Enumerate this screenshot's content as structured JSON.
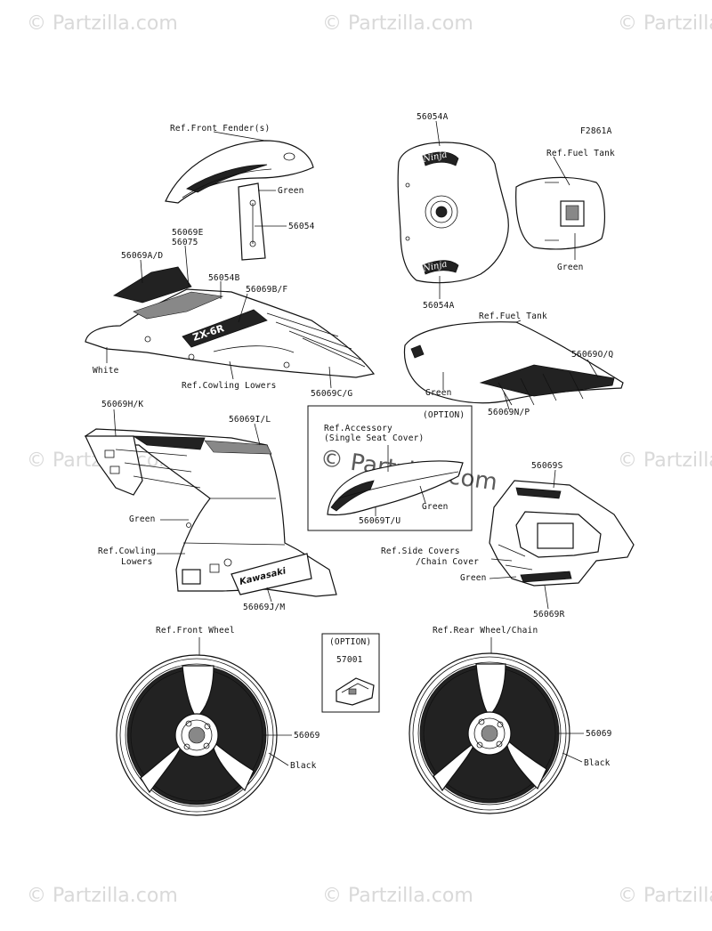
{
  "figure_code": "F2861A",
  "watermark": "© Partzilla.com",
  "labels": {
    "ref_front_fender": "Ref.Front Fender(s)",
    "green_fender": "Green",
    "p56054": "56054",
    "p56069e": "56069E",
    "p56075": "56075",
    "p56069ad": "56069A/D",
    "p56054b": "56054B",
    "p56069bf": "56069B/F",
    "white": "White",
    "ref_cowling_lowers_1": "Ref.Cowling Lowers",
    "p56069cg": "56069C/G",
    "p56054a_top": "56054A",
    "ref_fuel_tank_1": "Ref.Fuel Tank",
    "green_tank": "Green",
    "p56054a_bottom": "56054A",
    "ref_fuel_tank_2": "Ref.Fuel Tank",
    "p56069oq": "56069O/Q",
    "green_tail": "Green",
    "p56069np": "56069N/P",
    "p56069hk": "56069H/K",
    "p56069il": "56069I/L",
    "green_cowl": "Green",
    "ref_cowling_lowers_2a": "Ref.Cowling",
    "ref_cowling_lowers_2b": "Lowers",
    "p56069jm": "56069J/M",
    "option_1": "(OPTION)",
    "ref_accessory": "Ref.Accessory",
    "single_seat_cover": "(Single Seat Cover)",
    "green_seat": "Green",
    "p56069tu": "56069T/U",
    "p56069s": "56069S",
    "ref_side_covers": "Ref.Side Covers",
    "chain_cover": "/Chain Cover",
    "green_rear": "Green",
    "p56069r": "56069R",
    "ref_front_wheel": "Ref.Front Wheel",
    "option_2": "(OPTION)",
    "p57001": "57001",
    "p56069_front": "56069",
    "black_front": "Black",
    "ref_rear_wheel": "Ref.Rear Wheel/Chain",
    "p56069_rear": "56069",
    "black_rear": "Black",
    "decal_ninja": "Ninja",
    "decal_kawasaki": "Kawasaki",
    "decal_zx6r": "ZX-6R"
  }
}
